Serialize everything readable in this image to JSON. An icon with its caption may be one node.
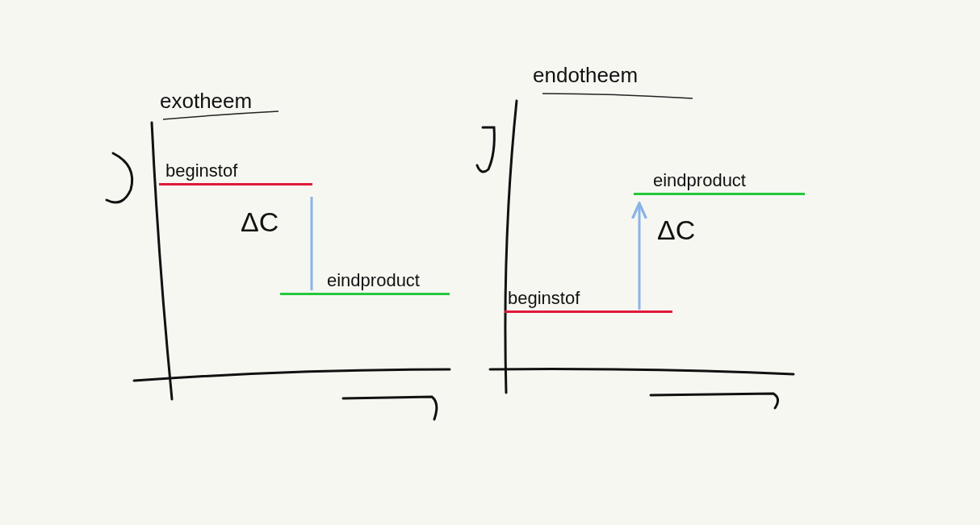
{
  "diagram": {
    "nodes": [
      {
        "text": [
          "beginstof"
        ]
      },
      {
        "text": [
          "eindproduct"
        ]
      },
      {
        "text": [
          "beginstof"
        ]
      },
      {
        "text": [
          "eindproduct"
        ]
      }
    ],
    "edges": [
      {
        "from": 0,
        "to": 1,
        "arrow": "none"
      },
      {
        "from": 2,
        "to": 3,
        "arrow": "to"
      }
    ],
    "labels": [
      "exotheem",
      "ΔC",
      "endotheem",
      "ΔC"
    ]
  }
}
